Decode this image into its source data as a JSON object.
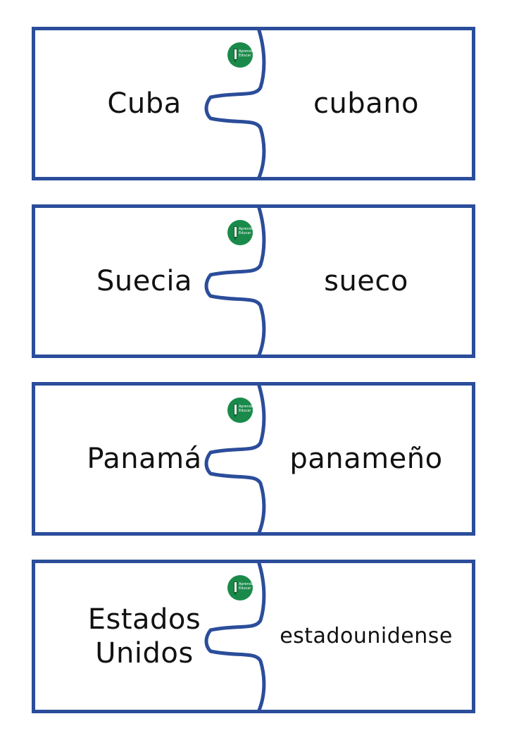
{
  "colors": {
    "border": "#2b4d9a",
    "logo_green": "#1a8a4a",
    "text": "#111111"
  },
  "logo": {
    "icon": "pencil-icon",
    "text": "Aprende Educar"
  },
  "cards": [
    {
      "country": "Cuba",
      "nationality": "cubano"
    },
    {
      "country": "Suecia",
      "nationality": "sueco"
    },
    {
      "country": "Panamá",
      "nationality": "panameño"
    },
    {
      "country": "Estados\nUnidos",
      "nationality": "estadounidense"
    }
  ]
}
